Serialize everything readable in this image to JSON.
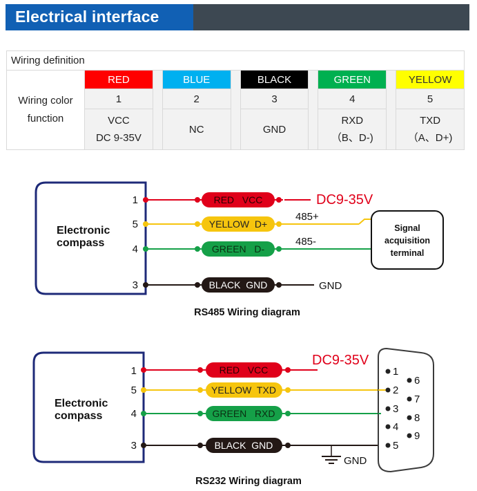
{
  "header": {
    "title": "Electrical interface"
  },
  "table": {
    "title": "Wiring definition",
    "row_label_1": "Wiring color",
    "row_label_2": "function",
    "columns": [
      {
        "color_name": "RED",
        "bg": "#ff0000",
        "fg": "#ffffff",
        "num": "1",
        "func1": "VCC",
        "func2": "DC 9-35V"
      },
      {
        "color_name": "BLUE",
        "bg": "#00b0f0",
        "fg": "#ffffff",
        "num": "2",
        "func1": "NC",
        "func2": ""
      },
      {
        "color_name": "BLACK",
        "bg": "#000000",
        "fg": "#ffffff",
        "num": "3",
        "func1": "GND",
        "func2": ""
      },
      {
        "color_name": "GREEN",
        "bg": "#00b050",
        "fg": "#ffffff",
        "num": "4",
        "func1": "RXD",
        "func2": "（B、D-)"
      },
      {
        "color_name": "YELLOW",
        "bg": "#ffff00",
        "fg": "#333333",
        "num": "5",
        "func1": "TXD",
        "func2": "（A、D+)"
      }
    ]
  },
  "rs485": {
    "device_1": "Electronic",
    "device_2": "compass",
    "pins": [
      "1",
      "5",
      "4",
      "3"
    ],
    "wire_red": "RED   VCC",
    "wire_yellow": "YELLOW  D+",
    "wire_green": "GREEN   D-",
    "wire_black": "BLACK  GND",
    "supply": "DC9-35V",
    "label_485p": "485+",
    "label_485n": "485-",
    "gnd": "GND",
    "terminal_1": "Signal",
    "terminal_2": "acquisition",
    "terminal_3": "terminal",
    "caption": "RS485 Wiring diagram"
  },
  "rs232": {
    "device_1": "Electronic",
    "device_2": "compass",
    "pins": [
      "1",
      "5",
      "4",
      "3"
    ],
    "wire_red": "RED   VCC",
    "wire_yellow": "YELLOW  TXD",
    "wire_green": "GREEN   RXD",
    "wire_black": "BLACK  GND",
    "supply": "DC9-35V",
    "gnd": "GND",
    "db9_pins": [
      "1",
      "2",
      "3",
      "4",
      "5",
      "6",
      "7",
      "8",
      "9"
    ],
    "caption": "RS232 Wiring diagram"
  },
  "colors": {
    "red": "#e0001a",
    "yellow": "#f6c50e",
    "green": "#15a048",
    "black": "#231815",
    "navy": "#1e2a78",
    "supply_text": "#e0001a"
  }
}
